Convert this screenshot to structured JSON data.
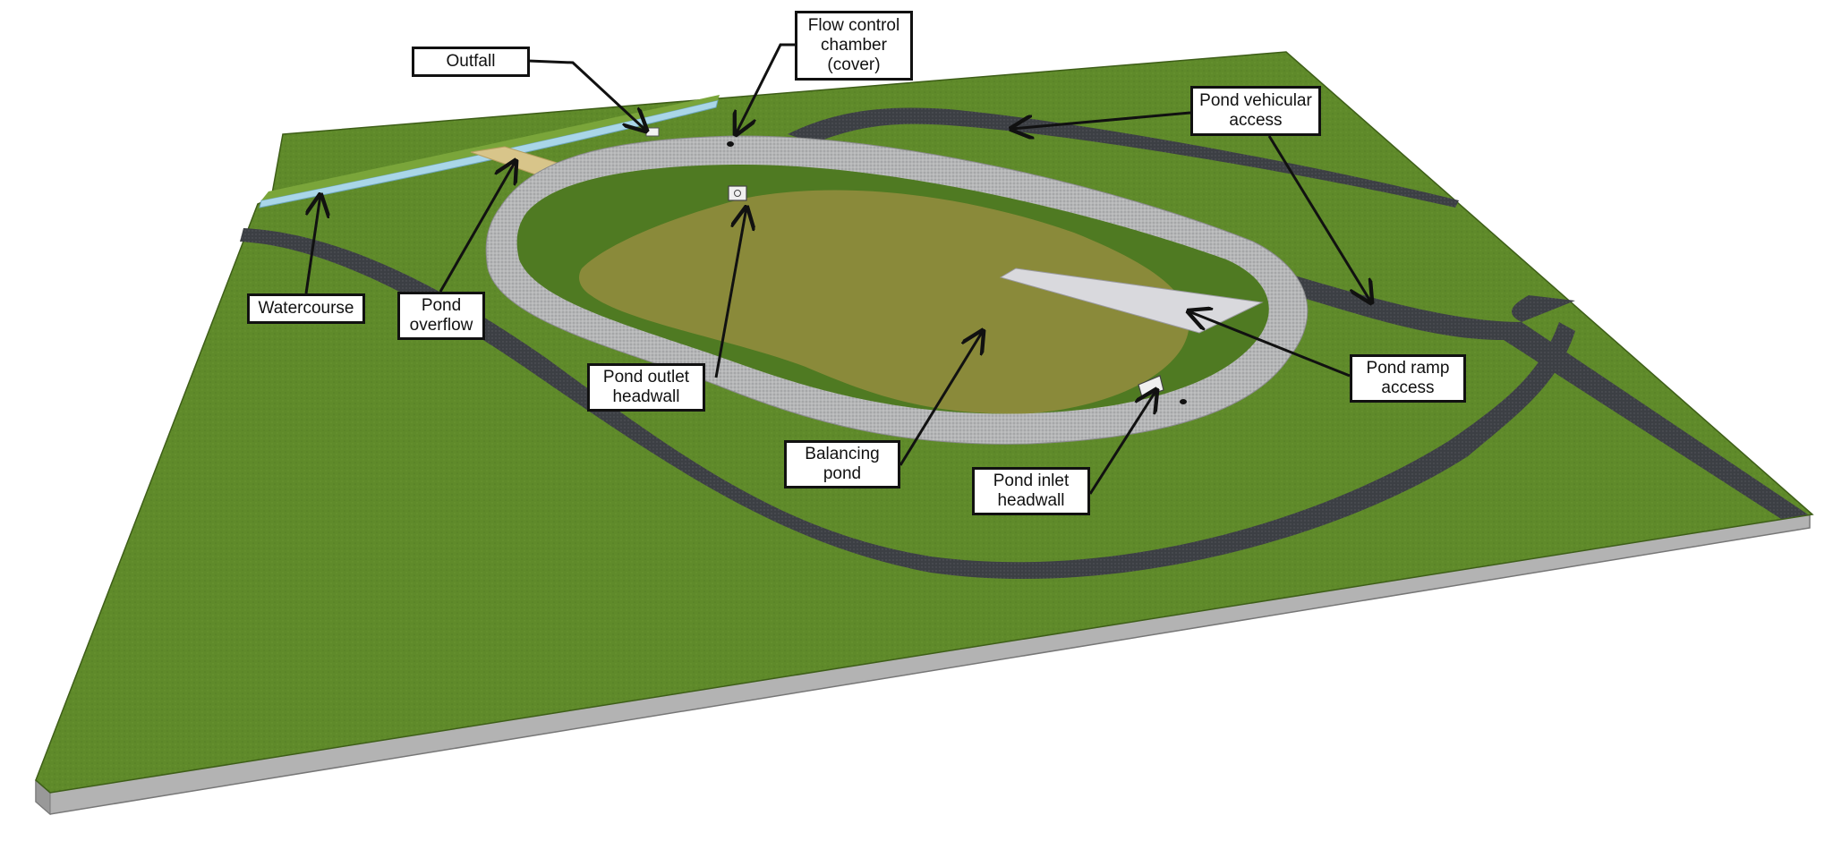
{
  "colors": {
    "grass": "#5f8a2a",
    "grass_dark": "#4f7a22",
    "road": "#3c3f44",
    "path": "#b5b6b7",
    "pond_bed": "#8a8a3a",
    "ramp": "#d9d9dd",
    "overflow": "#d8c58a",
    "water": "#a9d6e8",
    "base_front": "#b3b3b3",
    "label_border": "#111111"
  },
  "labels": {
    "outfall": "Outfall",
    "flow_control": "Flow control\nchamber\n(cover)",
    "vehicular_access": "Pond vehicular\naccess",
    "watercourse": "Watercourse",
    "pond_overflow": "Pond\noverflow",
    "outlet_headwall": "Pond outlet\nheadwall",
    "balancing_pond": "Balancing\npond",
    "inlet_headwall": "Pond inlet\nheadwall",
    "ramp_access": "Pond ramp\naccess"
  },
  "icons": {
    "outlet_headwall_structure": "headwall-icon",
    "inlet_headwall_structure": "headwall-icon",
    "chamber_cover": "manhole-cover-icon"
  }
}
